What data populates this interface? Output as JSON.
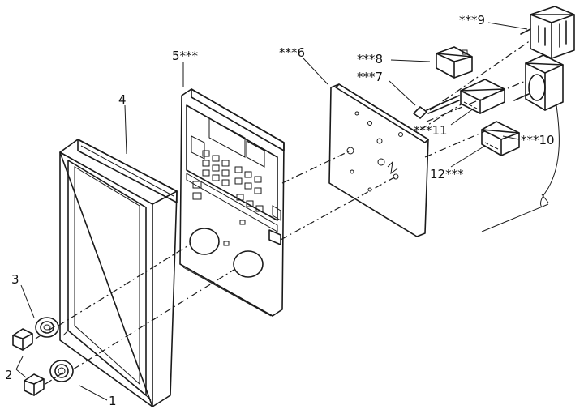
{
  "diagram": {
    "type": "exploded-parts-view",
    "callouts": [
      {
        "id": "c1",
        "text": "1"
      },
      {
        "id": "c2",
        "text": "2"
      },
      {
        "id": "c3",
        "text": "3"
      },
      {
        "id": "c4",
        "text": "4"
      },
      {
        "id": "c5",
        "text": "5***"
      },
      {
        "id": "c6",
        "text": "***6"
      },
      {
        "id": "c7",
        "text": "***7"
      },
      {
        "id": "c8",
        "text": "***8"
      },
      {
        "id": "c9",
        "text": "***9"
      },
      {
        "id": "c10",
        "text": "***10"
      },
      {
        "id": "c11",
        "text": "***11"
      },
      {
        "id": "c12",
        "text": "12***"
      }
    ]
  }
}
